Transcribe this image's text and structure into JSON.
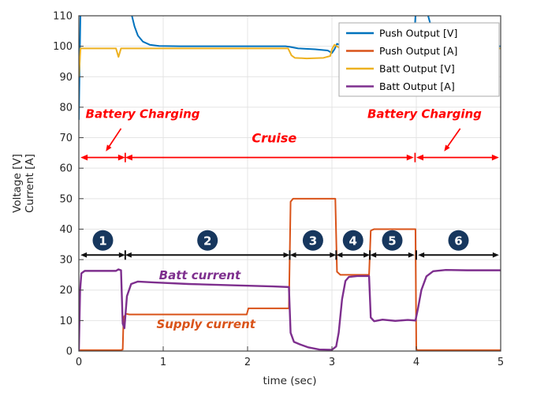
{
  "chart_data": {
    "type": "line",
    "xlabel": "time (sec)",
    "ylabel_lines": [
      "Voltage [V]",
      "Current [A]"
    ],
    "xlim": [
      0,
      5
    ],
    "ylim": [
      0,
      110
    ],
    "xticks": [
      0,
      1,
      2,
      3,
      4,
      5
    ],
    "yticks": [
      0,
      10,
      20,
      30,
      40,
      50,
      60,
      70,
      80,
      90,
      100,
      110
    ],
    "grid": true,
    "legend": {
      "position": "top-right",
      "entries": [
        {
          "label": "Push Output [V]",
          "color": "#0072BD"
        },
        {
          "label": "Push Output [A]",
          "color": "#D95319"
        },
        {
          "label": "Batt Output [V]",
          "color": "#EDB120"
        },
        {
          "label": "Batt Output [A]",
          "color": "#7E2F8E"
        }
      ]
    },
    "series": [
      {
        "name": "Push Output [V]",
        "color": "#0072BD",
        "width": 2,
        "points": [
          [
            0,
            76
          ],
          [
            0.02,
            113
          ],
          [
            0.03,
            115
          ],
          [
            0.58,
            115
          ],
          [
            0.62,
            111
          ],
          [
            0.66,
            106.5
          ],
          [
            0.7,
            103.5
          ],
          [
            0.76,
            101.5
          ],
          [
            0.84,
            100.5
          ],
          [
            0.95,
            100.1
          ],
          [
            1.2,
            100
          ],
          [
            2.45,
            100
          ],
          [
            2.5,
            99.8
          ],
          [
            2.6,
            99.3
          ],
          [
            2.8,
            99.0
          ],
          [
            2.95,
            98.6
          ],
          [
            3.0,
            97.8
          ],
          [
            3.03,
            99
          ],
          [
            3.06,
            100.8
          ],
          [
            3.12,
            100.2
          ],
          [
            3.3,
            100
          ],
          [
            3.95,
            100
          ],
          [
            3.97,
            100
          ],
          [
            4.0,
            115
          ],
          [
            4.1,
            115
          ],
          [
            4.14,
            110
          ],
          [
            4.18,
            106
          ],
          [
            4.24,
            103
          ],
          [
            4.32,
            101.2
          ],
          [
            4.45,
            100.3
          ],
          [
            4.7,
            100
          ],
          [
            5,
            100
          ]
        ]
      },
      {
        "name": "Push Output [A]",
        "color": "#D95319",
        "width": 2,
        "points": [
          [
            0,
            0.3
          ],
          [
            0.5,
            0.3
          ],
          [
            0.52,
            0.5
          ],
          [
            0.53,
            11
          ],
          [
            0.56,
            12.2
          ],
          [
            0.6,
            12
          ],
          [
            1.99,
            12
          ],
          [
            2.01,
            14
          ],
          [
            2.49,
            14
          ],
          [
            2.51,
            49
          ],
          [
            2.54,
            50
          ],
          [
            3.04,
            50
          ],
          [
            3.06,
            26
          ],
          [
            3.1,
            25
          ],
          [
            3.44,
            25
          ],
          [
            3.46,
            39.5
          ],
          [
            3.5,
            40
          ],
          [
            3.99,
            40
          ],
          [
            4.0,
            0.5
          ],
          [
            4.02,
            0.3
          ],
          [
            5,
            0.3
          ]
        ]
      },
      {
        "name": "Batt Output [V]",
        "color": "#EDB120",
        "width": 2,
        "points": [
          [
            0,
            90
          ],
          [
            0.02,
            99.3
          ],
          [
            0.05,
            99.3
          ],
          [
            0.44,
            99.3
          ],
          [
            0.47,
            96.5
          ],
          [
            0.5,
            99.3
          ],
          [
            2.48,
            99.3
          ],
          [
            2.52,
            97
          ],
          [
            2.56,
            96.2
          ],
          [
            2.7,
            96.0
          ],
          [
            2.9,
            96.2
          ],
          [
            2.98,
            96.8
          ],
          [
            3.0,
            99
          ],
          [
            3.03,
            100.5
          ],
          [
            3.08,
            99.6
          ],
          [
            3.2,
            99.3
          ],
          [
            3.97,
            99.3
          ],
          [
            4.0,
            98.8
          ],
          [
            4.05,
            99.3
          ],
          [
            5,
            99.3
          ]
        ]
      },
      {
        "name": "Batt Output [A]",
        "color": "#7E2F8E",
        "width": 2.4,
        "points": [
          [
            0,
            0
          ],
          [
            0.015,
            20
          ],
          [
            0.03,
            25.5
          ],
          [
            0.07,
            26.3
          ],
          [
            0.44,
            26.3
          ],
          [
            0.47,
            26.8
          ],
          [
            0.5,
            26.5
          ],
          [
            0.52,
            9
          ],
          [
            0.54,
            7.5
          ],
          [
            0.57,
            18
          ],
          [
            0.62,
            22
          ],
          [
            0.7,
            22.8
          ],
          [
            0.9,
            22.5
          ],
          [
            1.3,
            22
          ],
          [
            1.8,
            21.6
          ],
          [
            2.3,
            21.2
          ],
          [
            2.49,
            21
          ],
          [
            2.51,
            6
          ],
          [
            2.55,
            3
          ],
          [
            2.62,
            2.2
          ],
          [
            2.72,
            1.2
          ],
          [
            2.85,
            0.5
          ],
          [
            3.0,
            0.4
          ],
          [
            3.05,
            1.5
          ],
          [
            3.08,
            6
          ],
          [
            3.12,
            17
          ],
          [
            3.16,
            23
          ],
          [
            3.2,
            24.3
          ],
          [
            3.3,
            24.6
          ],
          [
            3.44,
            24.6
          ],
          [
            3.46,
            11
          ],
          [
            3.5,
            9.8
          ],
          [
            3.6,
            10.3
          ],
          [
            3.75,
            9.9
          ],
          [
            3.9,
            10.2
          ],
          [
            3.99,
            10
          ],
          [
            4.02,
            14
          ],
          [
            4.06,
            20
          ],
          [
            4.12,
            24.5
          ],
          [
            4.2,
            26.2
          ],
          [
            4.35,
            26.6
          ],
          [
            4.6,
            26.5
          ],
          [
            5,
            26.5
          ]
        ]
      }
    ],
    "annotations": [
      {
        "id": "battery-charging-left",
        "text": "Battery Charging",
        "x": 0.08,
        "y": 76.5,
        "color": "#FF0000",
        "size": 15,
        "anchor": "start"
      },
      {
        "id": "cruise",
        "text": "Cruise",
        "x": 2.05,
        "y": 68.5,
        "color": "#FF0000",
        "size": 16,
        "anchor": "start"
      },
      {
        "id": "battery-charging-right",
        "text": "Battery Charging",
        "x": 3.42,
        "y": 76.5,
        "color": "#FF0000",
        "size": 15,
        "anchor": "start"
      },
      {
        "id": "batt-current-label",
        "text": "Batt current",
        "x": 0.95,
        "y": 23.5,
        "color": "#7E2F8E",
        "size": 15,
        "anchor": "start"
      },
      {
        "id": "supply-current-label",
        "text": "Supply current",
        "x": 0.92,
        "y": 7.5,
        "color": "#D95319",
        "size": 15,
        "anchor": "start"
      }
    ],
    "pointer_arrows": [
      {
        "from": [
          0.5,
          73
        ],
        "to": [
          0.32,
          65.5
        ],
        "color": "#FF0000"
      },
      {
        "from": [
          4.52,
          73
        ],
        "to": [
          4.33,
          65.5
        ],
        "color": "#FF0000"
      }
    ],
    "phase_arrows": {
      "y": 63.5,
      "color": "#FF0000",
      "spans": [
        [
          0.02,
          0.55
        ],
        [
          0.55,
          3.97
        ],
        [
          4.0,
          4.98
        ]
      ],
      "dividers": [
        0.55,
        3.985
      ]
    },
    "segments": {
      "arrow_y": 31.5,
      "circle_y": 36.3,
      "arrow_color": "#111111",
      "circle_color": "#17375E",
      "number_color": "#ffffff",
      "dividers": [
        0.55,
        2.5,
        3.05,
        3.45,
        4.0
      ],
      "items": [
        {
          "label": "1",
          "span": [
            0.02,
            0.55
          ]
        },
        {
          "label": "2",
          "span": [
            0.55,
            2.5
          ]
        },
        {
          "label": "3",
          "span": [
            2.5,
            3.05
          ]
        },
        {
          "label": "4",
          "span": [
            3.05,
            3.45
          ]
        },
        {
          "label": "5",
          "span": [
            3.45,
            3.98
          ]
        },
        {
          "label": "6",
          "span": [
            4.02,
            4.98
          ]
        }
      ]
    },
    "colors": {
      "axis": "#404040",
      "grid": "#e4e4e4",
      "tick_text": "#262626",
      "legend_border": "#aaaaaa",
      "legend_bg": "#ffffff"
    }
  }
}
